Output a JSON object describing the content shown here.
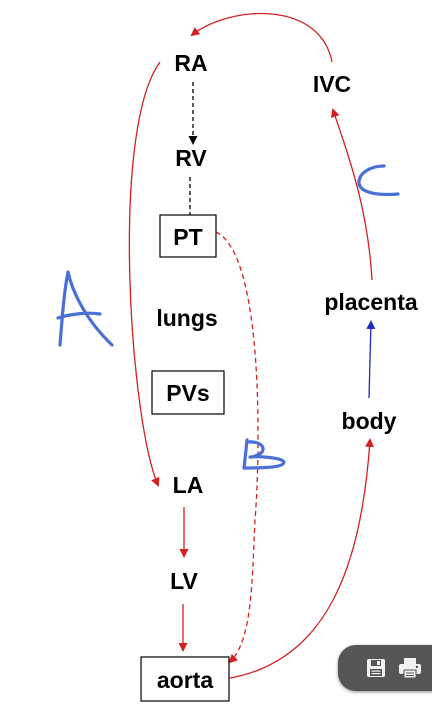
{
  "diagram": {
    "nodes": {
      "ra": "RA",
      "rv": "RV",
      "pt": "PT",
      "lungs": "lungs",
      "pvs": "PVs",
      "la": "LA",
      "lv": "LV",
      "aorta": "aorta",
      "ivc": "IVC",
      "placenta": "placenta",
      "body": "body"
    },
    "annotations": {
      "a": "A",
      "b": "B",
      "c": "C"
    },
    "colors": {
      "flow": "#d42020",
      "annotation": "#4a6fd6",
      "placental": "#1c2fb8",
      "pulmonary": "#000000"
    }
  },
  "toolbar": {
    "icons": [
      "save-icon",
      "print-icon"
    ]
  }
}
